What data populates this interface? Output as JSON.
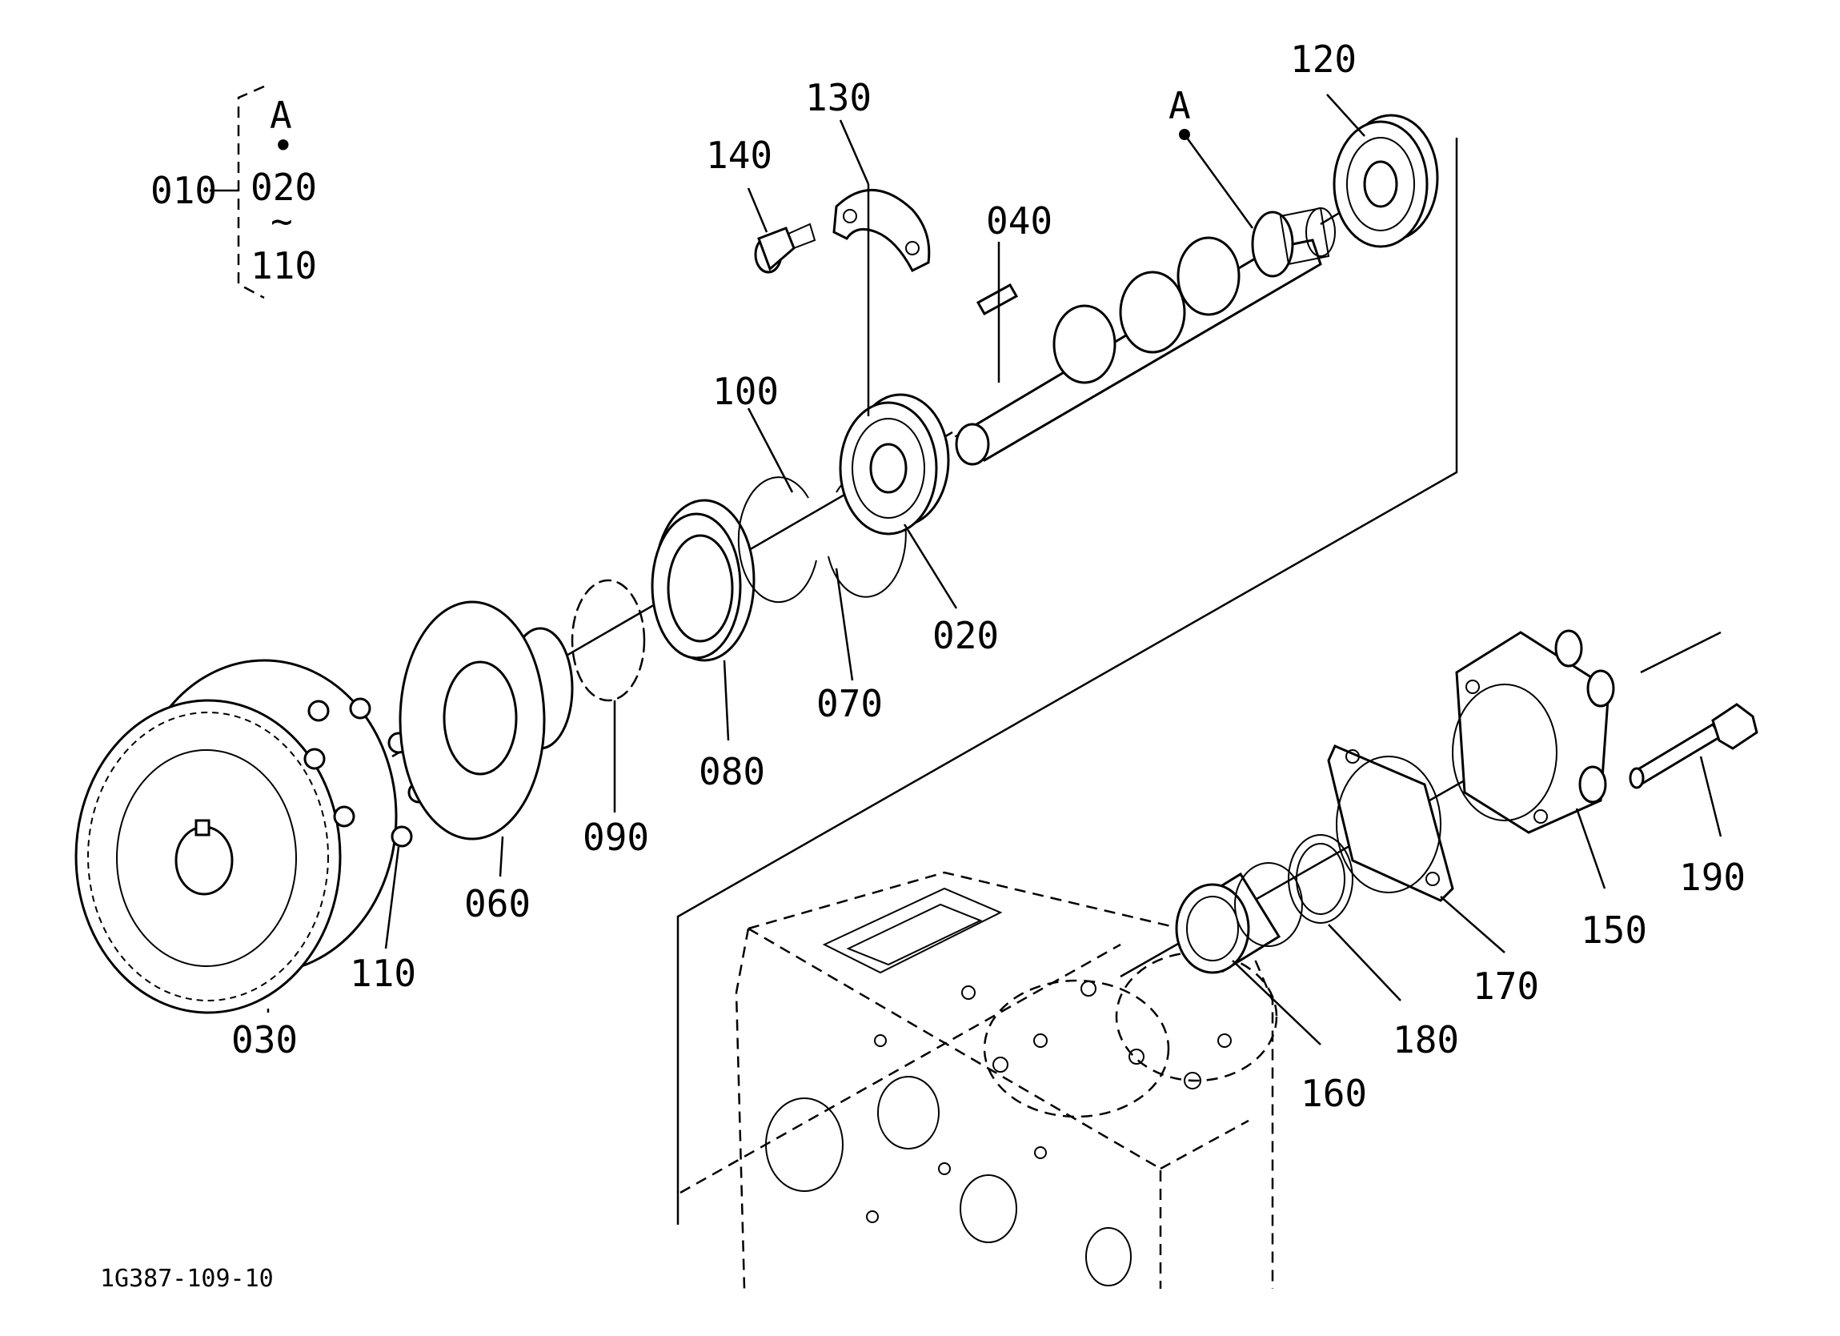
{
  "diagram_id": "1G387-109-10",
  "assembly": {
    "parent": "010",
    "top": "A",
    "dot": "•",
    "from": "020",
    "range": "~",
    "to": "110"
  },
  "callouts": {
    "A": "A",
    "p020": "020",
    "p030": "030",
    "p040": "040",
    "p060": "060",
    "p070": "070",
    "p080": "080",
    "p090": "090",
    "p100": "100",
    "p110": "110",
    "p120": "120",
    "p130": "130",
    "p140": "140",
    "p150": "150",
    "p160": "160",
    "p170": "170",
    "p180": "180",
    "p190": "190"
  }
}
